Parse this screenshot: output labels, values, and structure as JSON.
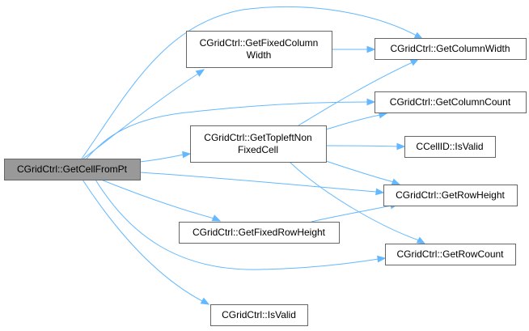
{
  "graph": {
    "nodes": [
      {
        "id": "get_cell_from_pt",
        "lines": [
          "CGridCtrl::GetCellFromPt"
        ],
        "root": true
      },
      {
        "id": "get_fixed_column_width",
        "lines": [
          "CGridCtrl::GetFixedColumn",
          "Width"
        ]
      },
      {
        "id": "get_topleft_non_fixed_cell",
        "lines": [
          "CGridCtrl::GetTopleftNon",
          "FixedCell"
        ]
      },
      {
        "id": "get_fixed_row_height",
        "lines": [
          "CGridCtrl::GetFixedRowHeight"
        ]
      },
      {
        "id": "is_valid",
        "lines": [
          "CGridCtrl::IsValid"
        ]
      },
      {
        "id": "get_column_width",
        "lines": [
          "CGridCtrl::GetColumnWidth"
        ]
      },
      {
        "id": "get_column_count",
        "lines": [
          "CGridCtrl::GetColumnCount"
        ]
      },
      {
        "id": "ccellid_is_valid",
        "lines": [
          "CCellID::IsValid"
        ]
      },
      {
        "id": "get_row_height",
        "lines": [
          "CGridCtrl::GetRowHeight"
        ]
      },
      {
        "id": "get_row_count",
        "lines": [
          "CGridCtrl::GetRowCount"
        ]
      }
    ],
    "edges": [
      {
        "from": "get_cell_from_pt",
        "to": "get_column_width"
      },
      {
        "from": "get_cell_from_pt",
        "to": "get_fixed_column_width"
      },
      {
        "from": "get_cell_from_pt",
        "to": "get_column_count"
      },
      {
        "from": "get_cell_from_pt",
        "to": "get_topleft_non_fixed_cell"
      },
      {
        "from": "get_cell_from_pt",
        "to": "get_row_height"
      },
      {
        "from": "get_cell_from_pt",
        "to": "get_fixed_row_height"
      },
      {
        "from": "get_cell_from_pt",
        "to": "get_row_count"
      },
      {
        "from": "get_cell_from_pt",
        "to": "is_valid"
      },
      {
        "from": "get_fixed_column_width",
        "to": "get_column_width"
      },
      {
        "from": "get_topleft_non_fixed_cell",
        "to": "get_column_width"
      },
      {
        "from": "get_topleft_non_fixed_cell",
        "to": "get_column_count"
      },
      {
        "from": "get_topleft_non_fixed_cell",
        "to": "ccellid_is_valid"
      },
      {
        "from": "get_topleft_non_fixed_cell",
        "to": "get_row_height"
      },
      {
        "from": "get_topleft_non_fixed_cell",
        "to": "get_row_count"
      },
      {
        "from": "get_fixed_row_height",
        "to": "get_row_height"
      }
    ]
  },
  "colors": {
    "edge": "#63b8ff",
    "node_border": "#666666",
    "root_fill": "#999999",
    "node_fill": "#ffffff"
  }
}
